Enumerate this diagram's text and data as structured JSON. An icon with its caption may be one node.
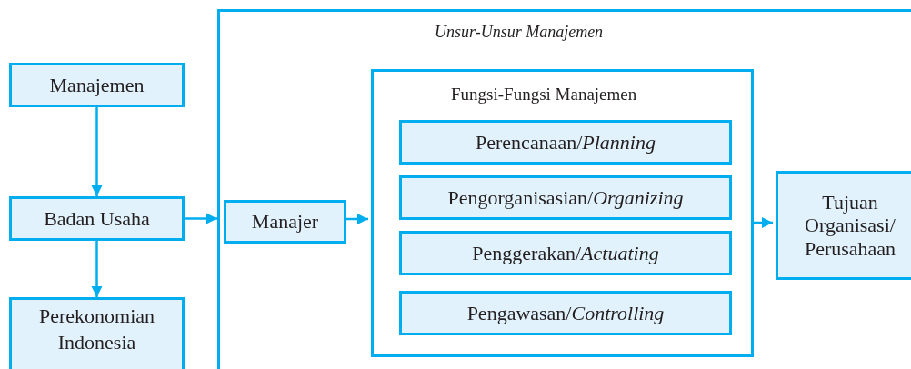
{
  "diagram": {
    "nodes": [
      {
        "text": [
          "Manajemen"
        ]
      },
      {
        "text": [
          "Badan Usaha"
        ]
      },
      {
        "text": [
          "Perekonomian Indonesia"
        ]
      },
      {
        "text": [
          "Unsur-Unsur Manajemen"
        ]
      },
      {
        "text": [
          "Manajer"
        ],
        "in": 3
      },
      {
        "text": [
          "Fungsi-Fungsi Manajemen"
        ],
        "in": 3
      },
      {
        "text": [
          "Perencanaan/*Planning*"
        ],
        "in": 5
      },
      {
        "text": [
          "Pengorganisasian/*Organizing*"
        ],
        "in": 5
      },
      {
        "text": [
          "Penggerakan/*Actuating*"
        ],
        "in": 5
      },
      {
        "text": [
          "Pengawasan/*Controlling*"
        ],
        "in": 5
      },
      {
        "text": [
          "Tujuan Organisasi/ Perusahaan"
        ],
        "in": 3
      }
    ],
    "edges": [
      {
        "from": 0,
        "to": 1,
        "arrow": "to"
      },
      {
        "from": 1,
        "to": 2,
        "arrow": "to"
      },
      {
        "from": 1,
        "to": 3,
        "arrow": "to"
      },
      {
        "from": 4,
        "to": 5,
        "arrow": "to"
      },
      {
        "from": 5,
        "to": 10,
        "arrow": "to"
      }
    ]
  }
}
